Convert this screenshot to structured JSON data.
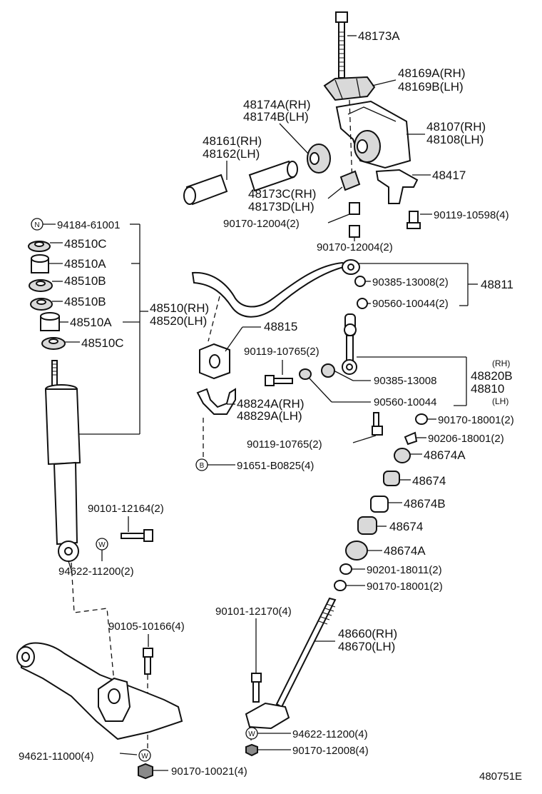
{
  "labels": {
    "p48173A": "48173A",
    "p48169A": "48169A(RH)",
    "p48169B": "48169B(LH)",
    "p48174A": "48174A(RH)",
    "p48174B": "48174B(LH)",
    "p48107": "48107(RH)",
    "p48108": "48108(LH)",
    "p48161": "48161(RH)",
    "p48162": "48162(LH)",
    "p48417": "48417",
    "p48173C": "48173C(RH)",
    "p48173D": "48173D(LH)",
    "p90119_10598": "90119-10598(4)",
    "p90170_12004a": "90170-12004(2)",
    "p90170_12004b": "90170-12004(2)",
    "p94184": "94184-61001",
    "p48510C_1": "48510C",
    "p48510A_1": "48510A",
    "p48510B_1": "48510B",
    "p48510B_2": "48510B",
    "p48510A_2": "48510A",
    "p48510C_2": "48510C",
    "p48510": "48510(RH)",
    "p48520": "48520(LH)",
    "p90385_a": "90385-13008(2)",
    "p90560_a": "90560-10044(2)",
    "p48811": "48811",
    "p48815": "48815",
    "p90119_10765a": "90119-10765(2)",
    "p90385_b": "90385-13008",
    "p90560_b": "90560-10044",
    "rh": "(RH)",
    "p48820B": "48820B",
    "p48810": "48810",
    "lh": "(LH)",
    "p48824A": "48824A(RH)",
    "p48829A": "48829A(LH)",
    "p90119_10765b": "90119-10765(2)",
    "p90170_18001a": "90170-18001(2)",
    "p90206": "90206-18001(2)",
    "p48674A_1": "48674A",
    "p91651": "91651-B0825(4)",
    "p48674_1": "48674",
    "p48674B": "48674B",
    "p90101_12164": "90101-12164(2)",
    "p48674_2": "48674",
    "p48674A_2": "48674A",
    "p94622_a": "94622-11200(2)",
    "p90201": "90201-18011(2)",
    "p90170_18001b": "90170-18001(2)",
    "p90101_12170": "90101-12170(4)",
    "p90105": "90105-10166(4)",
    "p48660": "48660(RH)",
    "p48670": "48670(LH)",
    "p94622_b": "94622-11200(4)",
    "p90170_12008": "90170-12008(4)",
    "p94621": "94621-11000(4)",
    "p90170_10021": "90170-10021(4)",
    "figure_code": "480751E"
  },
  "symbols": {
    "N": "N",
    "W": "W",
    "B": "B"
  }
}
